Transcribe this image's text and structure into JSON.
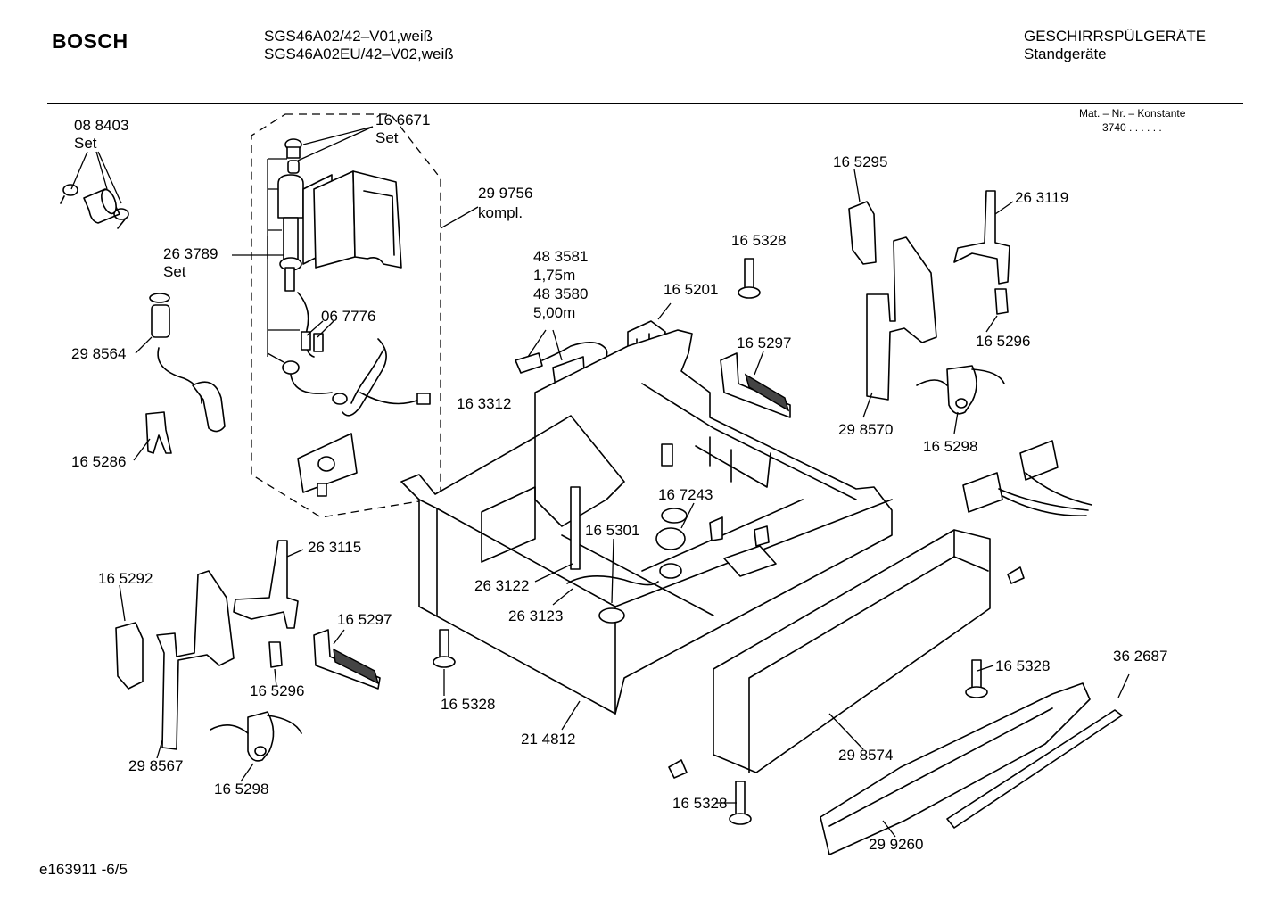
{
  "header": {
    "brand": "BOSCH",
    "model_line_1": "SGS46A02/42–V01,weiß",
    "model_line_2": "SGS46A02EU/42–V02,weiß",
    "category_line_1": "GESCHIRRSPÜLGERÄTE",
    "category_line_2": "Standgeräte"
  },
  "material_note": {
    "line_1": "Mat. – Nr. – Konstante",
    "line_2": "3740  .  .  .  .  .  ."
  },
  "footer": {
    "drawing_id": "e163911 -6/5"
  },
  "labels": {
    "p088403": "08 8403",
    "p088403_note": "Set",
    "p166671": "16 6671",
    "p166671_note": "Set",
    "p299756": "29 9756",
    "p299756_note": "kompl.",
    "p263789": "26 3789",
    "p263789_note": "Set",
    "p298564": "29 8564",
    "p067776": "06 7776",
    "p165286": "16 5286",
    "p483581": "48 3581",
    "p483581_len": "1,75m",
    "p483580": "48 3580",
    "p483580_len": "5,00m",
    "p165201": "16 5201",
    "p165328_a": "16 5328",
    "p165295": "16 5295",
    "p263119": "26 3119",
    "p165296_a": "16 5296",
    "p165297_a": "16 5297",
    "p163312": "16 3312",
    "p298570": "29 8570",
    "p165298_a": "16 5298",
    "p167243": "16 7243",
    "p165301": "16 5301",
    "p263115": "26 3115",
    "p165292": "16 5292",
    "p165297_b": "16 5297",
    "p263122": "26 3122",
    "p263123": "26 3123",
    "p165296_b": "16 5296",
    "p165328_b": "16 5328",
    "p298567": "29 8567",
    "p165298_b": "16 5298",
    "p214812": "21 4812",
    "p165328_c": "16 5328",
    "p362687": "36 2687",
    "p298574": "29 8574",
    "p165328_d": "16 5328",
    "p299260": "29 9260"
  }
}
